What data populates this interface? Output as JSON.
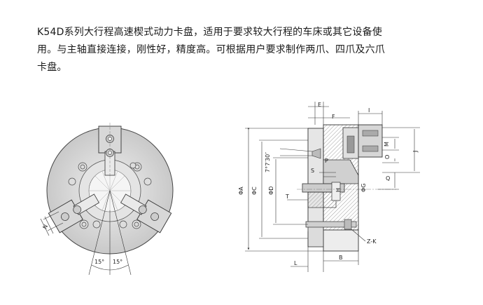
{
  "description": {
    "line1": "K54D系列大行程高速楔式动力卡盘，适用于要求较大行程的车床或其它设备使",
    "line2": "用。与主轴直接连接，刚性好，精度高。可根据用户要求制作两爪、四爪及六爪",
    "line3": "卡盘。"
  },
  "front_view": {
    "dim_n": "N",
    "angle_left": "15°",
    "angle_right": "15°"
  },
  "section_view": {
    "labels": {
      "E": "E",
      "F": "F",
      "I": "I",
      "J": "J",
      "M": "M",
      "O": "O",
      "P": "P",
      "S": "S",
      "Q": "Q",
      "H": "H",
      "T": "T",
      "L": "L",
      "B": "B",
      "ZK": "Z-K",
      "angle": "7°7′30″",
      "phiA": "ΦA",
      "phiC": "ΦC",
      "phiD": "ΦD",
      "phiG": "ΦG"
    }
  }
}
